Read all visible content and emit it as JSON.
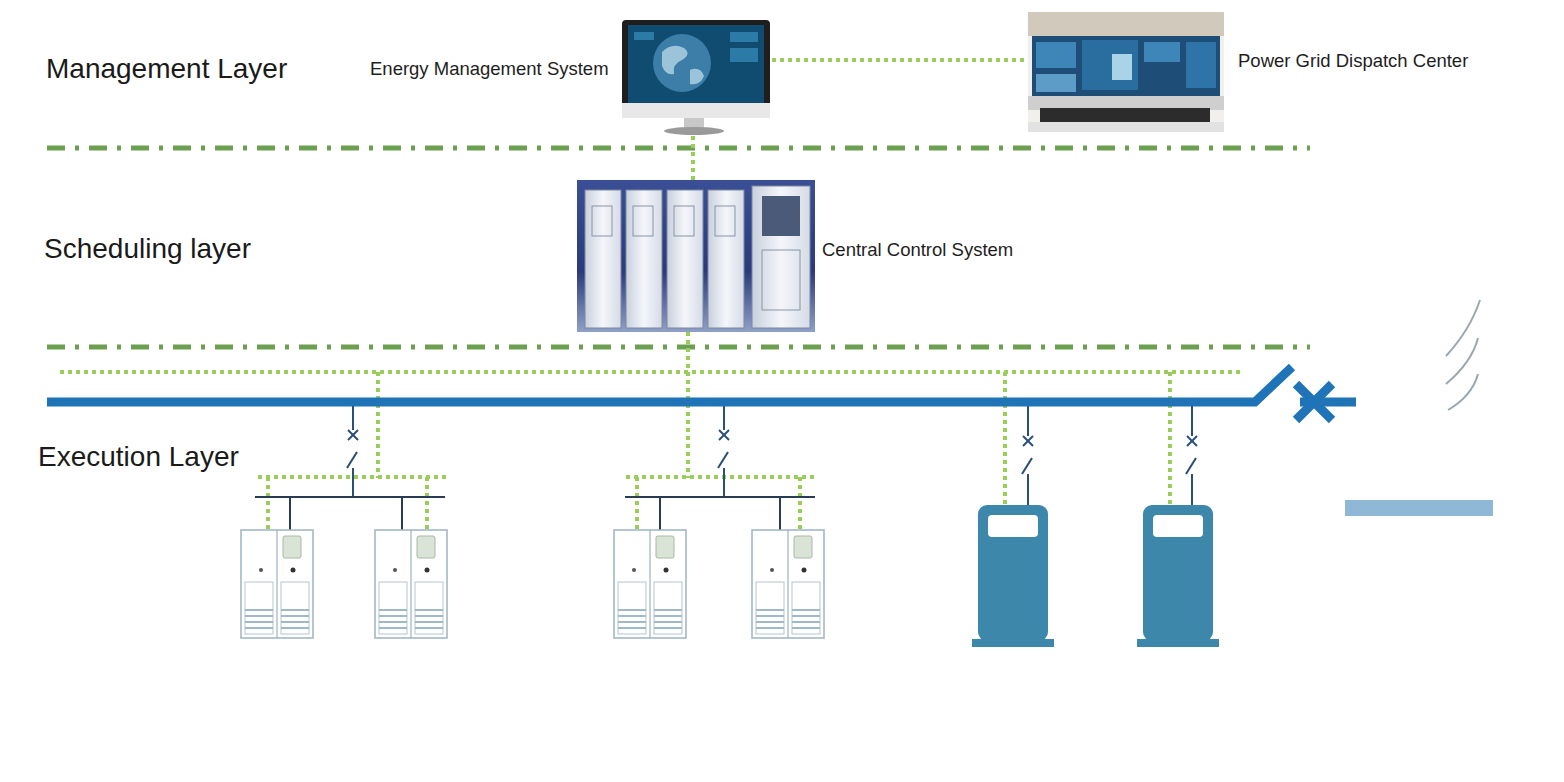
{
  "diagram": {
    "nodes": [
      {
        "text": [
          "Energy Management System"
        ]
      },
      {
        "text": [
          "Power Grid Dispatch Center"
        ]
      },
      {
        "text": [
          "Central Control System"
        ]
      }
    ],
    "edges": [
      {
        "from": 0,
        "to": 1,
        "arrow": "none"
      },
      {
        "from": 0,
        "to": 2,
        "arrow": "none"
      }
    ],
    "labels": [
      "Management Layer",
      "Scheduling layer",
      "Execution Layer"
    ]
  }
}
